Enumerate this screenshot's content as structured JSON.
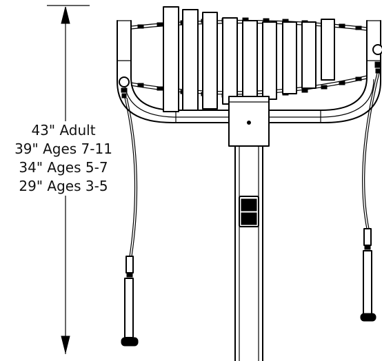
{
  "labels": {
    "adult": "43\" Adult",
    "ages_7_11": "39\" Ages 7-11",
    "ages_5_7": "34\" Ages 5-7",
    "ages_3_5": "29\" Ages 3-5"
  },
  "colors": {
    "line": "#000000",
    "background": "#ffffff"
  }
}
